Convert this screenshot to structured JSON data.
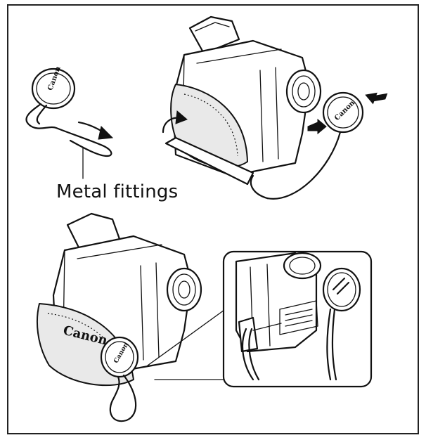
{
  "labels": {
    "metal_fittings": "Metal fittings"
  },
  "logos": {
    "grip_brand": "Canon",
    "cap_brand": "Canon"
  },
  "icons": [
    "lens-cap-icon",
    "camcorder-icon",
    "arrow-icon",
    "strap-loop-icon"
  ]
}
